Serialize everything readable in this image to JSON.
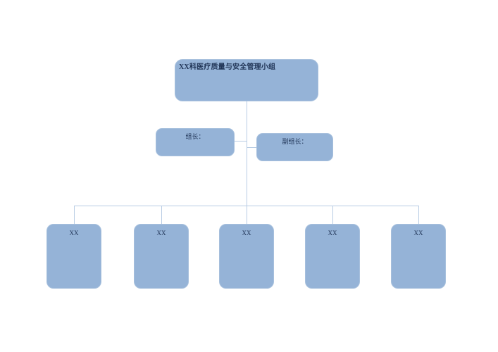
{
  "chart": {
    "type": "org-chart",
    "background_color": "#ffffff",
    "node_fill_color": "#95b3d7",
    "node_border_color": "#a7c0dd",
    "connector_color": "#b8cce4",
    "text_color": "#1f3355",
    "root": {
      "label": "XX科医疗质量与安全管理小组"
    },
    "level2": [
      {
        "label": "组长："
      },
      {
        "label": "副组长："
      }
    ],
    "level3": [
      {
        "label": "XX"
      },
      {
        "label": "XX"
      },
      {
        "label": "XX"
      },
      {
        "label": "XX"
      },
      {
        "label": "XX"
      }
    ]
  }
}
